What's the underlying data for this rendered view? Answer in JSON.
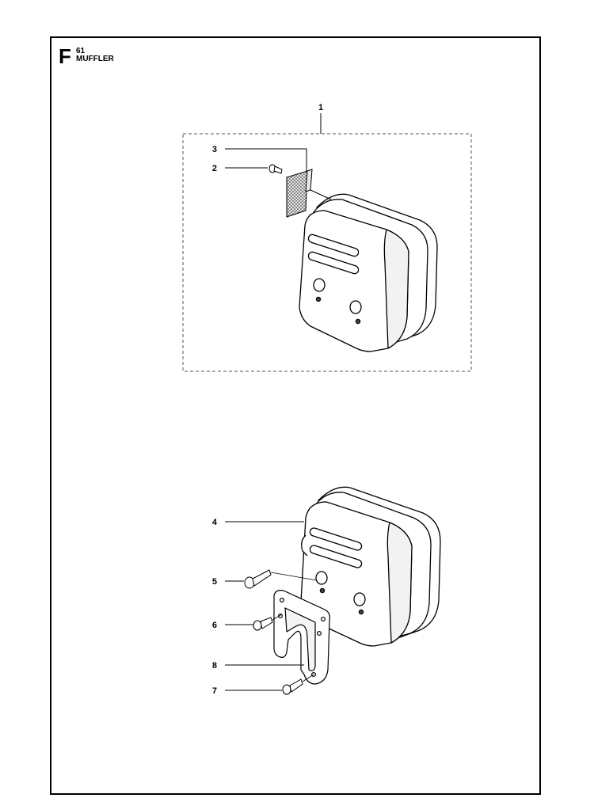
{
  "section": {
    "letter": "F",
    "number": "61",
    "title": "MUFFLER"
  },
  "callouts": [
    {
      "id": "c1",
      "label": "1"
    },
    {
      "id": "c2",
      "label": "2"
    },
    {
      "id": "c3",
      "label": "3"
    },
    {
      "id": "c4",
      "label": "4"
    },
    {
      "id": "c5",
      "label": "5"
    },
    {
      "id": "c6",
      "label": "6"
    },
    {
      "id": "c7",
      "label": "7"
    },
    {
      "id": "c8",
      "label": "8"
    }
  ]
}
